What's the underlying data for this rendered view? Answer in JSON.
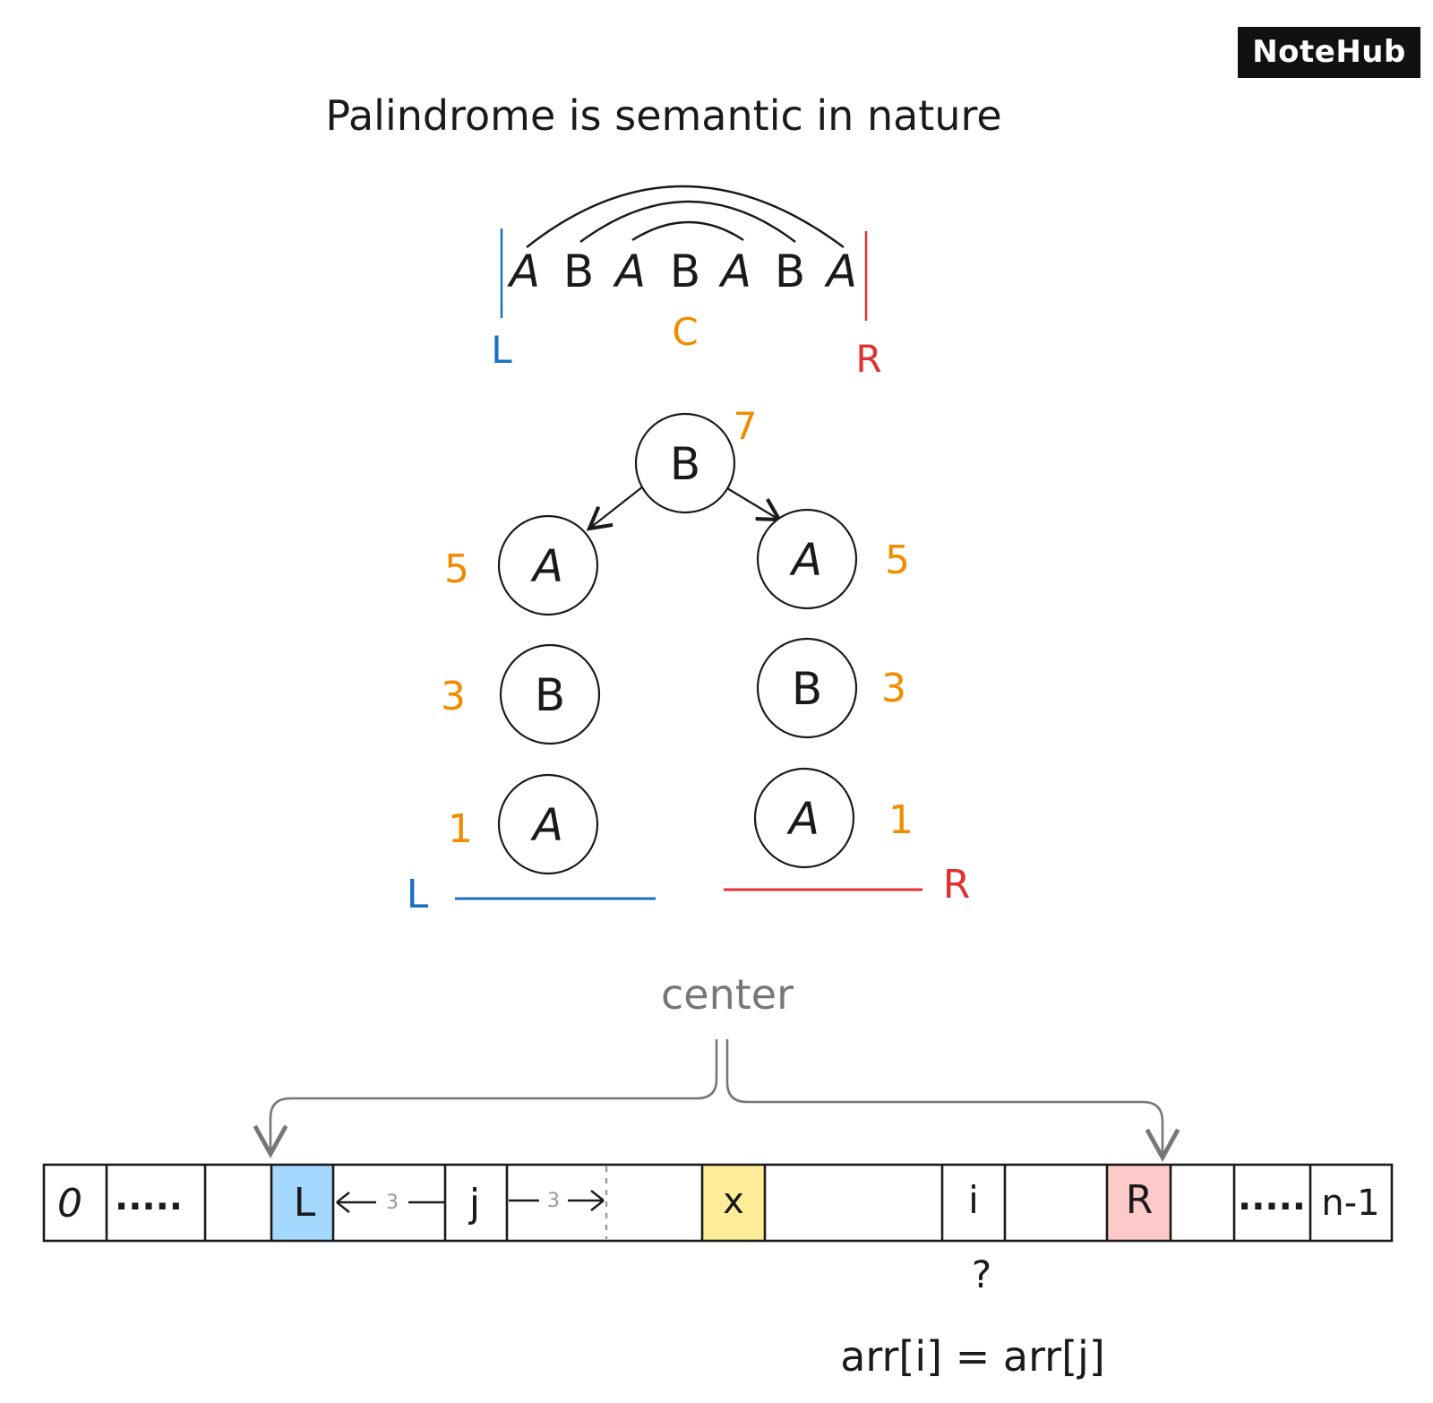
{
  "colors": {
    "ink": "#1a1a1a",
    "blue": "#1971c2",
    "red": "#e03131",
    "orange": "#f08c00",
    "gray": "#777777",
    "highlight_blue": "#a5d8ff",
    "highlight_red": "#ffc9c9",
    "highlight_yellow": "#ffec99"
  },
  "brand": {
    "logo": "NoteHub"
  },
  "title": "Palindrome is semantic in nature",
  "string_view": {
    "letters": [
      "A",
      "B",
      "A",
      "B",
      "A",
      "B",
      "A"
    ],
    "left_label": "L",
    "center_label": "C",
    "right_label": "R"
  },
  "tree": {
    "root": {
      "letter": "B",
      "length": "7"
    },
    "left_branch": [
      {
        "letter": "A",
        "length": "5"
      },
      {
        "letter": "B",
        "length": "3"
      },
      {
        "letter": "A",
        "length": "1"
      }
    ],
    "right_branch": [
      {
        "letter": "A",
        "length": "5"
      },
      {
        "letter": "B",
        "length": "3"
      },
      {
        "letter": "A",
        "length": "1"
      }
    ],
    "left_label": "L",
    "right_label": "R"
  },
  "array": {
    "center_label": "center",
    "cells": [
      "0",
      ".....",
      "",
      "L",
      "",
      "j",
      "",
      "",
      "x",
      "",
      "",
      "i",
      "",
      "R",
      "",
      ".....",
      "n-1"
    ],
    "mirror_distance_left": "3",
    "mirror_distance_right": "3",
    "question": "?",
    "condition": "arr[i] = arr[j]"
  }
}
